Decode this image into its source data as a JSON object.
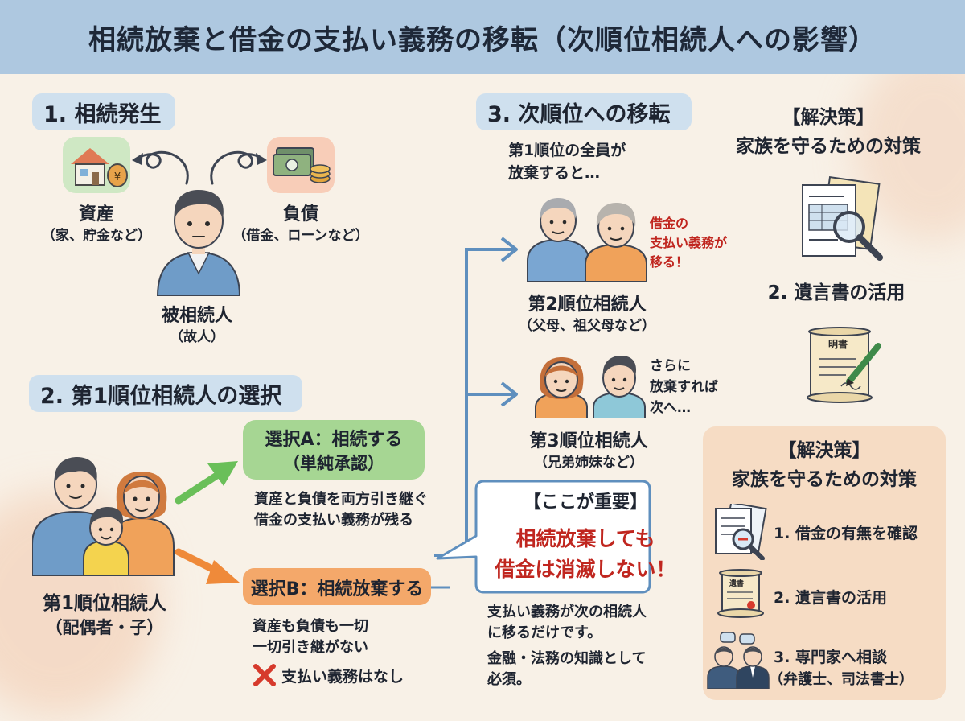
{
  "title": "相続放棄と借金の支払い義務の移転（次順位相続人への影響）",
  "s1": {
    "heading": "1. 相続発生",
    "asset_label": "資産",
    "asset_sub": "（家、貯金など）",
    "debt_label": "負債",
    "debt_sub": "（借金、ローンなど）",
    "decedent_label": "被相続人",
    "decedent_sub": "（故人）",
    "yen_symbol": "¥"
  },
  "s2": {
    "heading": "2. 第1順位相続人の選択",
    "heir_label": "第1順位相続人",
    "heir_sub": "（配偶者・子）",
    "choiceA_title": "選択A：相続する",
    "choiceA_sub": "（単純承認）",
    "choiceA_desc1": "資産と負債を両方引き継ぐ",
    "choiceA_desc2": "借金の支払い義務が残る",
    "choiceB_title": "選択B：相続放棄する",
    "choiceB_desc1": "資産も負債も一切",
    "choiceB_desc2": "一切引き継がない",
    "choiceB_note": "支払い義務はなし"
  },
  "s3": {
    "heading": "3. 次順位への移転",
    "intro1": "第1順位の全員が",
    "intro2": "放棄すると…",
    "transfer1": "借金の",
    "transfer2": "支払い義務が",
    "transfer3": "移る！",
    "second_label": "第2順位相続人",
    "second_sub": "（父母、祖父母など）",
    "further1": "さらに",
    "further2": "放棄すれば",
    "further3": "次へ…",
    "third_label": "第3順位相続人",
    "third_sub": "（兄弟姉妹など）"
  },
  "important": {
    "heading": "【ここが重要】",
    "line1": "相続放棄しても",
    "line2": "借金は消滅しない！",
    "desc1": "支払い義務が次の相続人",
    "desc2": "に移るだけです。",
    "desc3": "金融・法務の知識として",
    "desc4": "必須。"
  },
  "solution_top": {
    "heading1": "【解決策】",
    "heading2": "家族を守るための対策",
    "item": "2. 遺言書の活用",
    "scroll_text": "明書"
  },
  "solution_box": {
    "heading1": "【解決策】",
    "heading2": "家族を守るための対策",
    "item1": "1. 借金の有無を確認",
    "item2": "2. 遺言書の活用",
    "item3_1": "3. 専門家へ相談",
    "item3_2": "（弁護士、司法書士）",
    "scroll_text": "遺書"
  },
  "colors": {
    "header": "#aec8e0",
    "pill": "#cfe0ee",
    "green": "#6abf59",
    "orange": "#ef8a3a",
    "blue_arrow": "#5f8fbe",
    "red": "#c0261f",
    "solution_bg": "#f6dcc4"
  }
}
